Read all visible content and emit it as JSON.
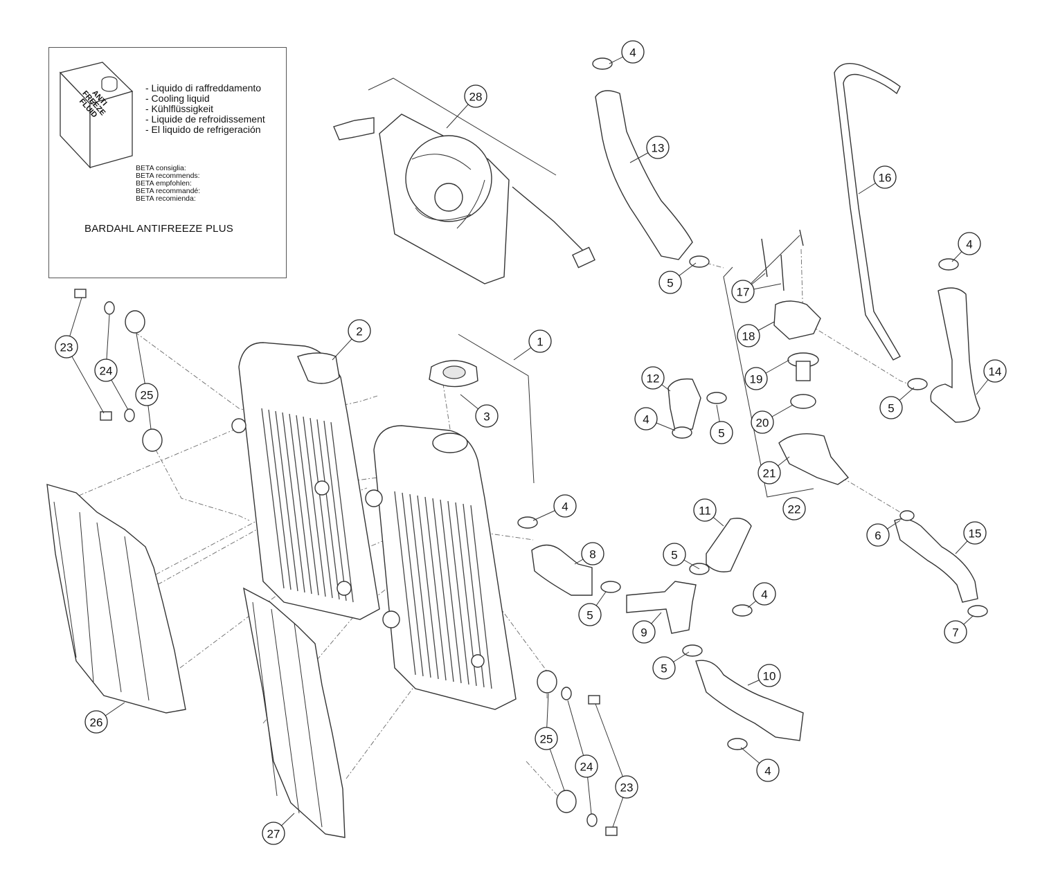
{
  "info_box": {
    "can_label": [
      "ANTI",
      "FREEZE",
      "FLUID"
    ],
    "lines": [
      "- Liquido di raffreddamento",
      "- Cooling liquid",
      "- Kühlflüssigkeit",
      "- Liquide de refroidissement",
      "- El liquido de refrigeración"
    ],
    "recommend": [
      "BETA consiglia:",
      "BETA recommends:",
      "BETA empfohlen:",
      "BETA recommandé:",
      "BETA recomienda:"
    ],
    "brand": "BARDAHL ANTIFREEZE PLUS"
  },
  "callouts": [
    {
      "id": "c1",
      "label": "1"
    },
    {
      "id": "c2",
      "label": "2"
    },
    {
      "id": "c3",
      "label": "3"
    },
    {
      "id": "c4a",
      "label": "4"
    },
    {
      "id": "c4b",
      "label": "4"
    },
    {
      "id": "c4c",
      "label": "4"
    },
    {
      "id": "c4d",
      "label": "4"
    },
    {
      "id": "c4e",
      "label": "4"
    },
    {
      "id": "c4f",
      "label": "4"
    },
    {
      "id": "c5a",
      "label": "5"
    },
    {
      "id": "c5b",
      "label": "5"
    },
    {
      "id": "c5c",
      "label": "5"
    },
    {
      "id": "c5d",
      "label": "5"
    },
    {
      "id": "c5e",
      "label": "5"
    },
    {
      "id": "c5f",
      "label": "5"
    },
    {
      "id": "c6",
      "label": "6"
    },
    {
      "id": "c7",
      "label": "7"
    },
    {
      "id": "c8",
      "label": "8"
    },
    {
      "id": "c9",
      "label": "9"
    },
    {
      "id": "c10",
      "label": "10"
    },
    {
      "id": "c11",
      "label": "11"
    },
    {
      "id": "c12",
      "label": "12"
    },
    {
      "id": "c13",
      "label": "13"
    },
    {
      "id": "c14",
      "label": "14"
    },
    {
      "id": "c15",
      "label": "15"
    },
    {
      "id": "c16",
      "label": "16"
    },
    {
      "id": "c17",
      "label": "17"
    },
    {
      "id": "c18",
      "label": "18"
    },
    {
      "id": "c19",
      "label": "19"
    },
    {
      "id": "c20",
      "label": "20"
    },
    {
      "id": "c21",
      "label": "21"
    },
    {
      "id": "c22",
      "label": "22"
    },
    {
      "id": "c23a",
      "label": "23"
    },
    {
      "id": "c23b",
      "label": "23"
    },
    {
      "id": "c24a",
      "label": "24"
    },
    {
      "id": "c24b",
      "label": "24"
    },
    {
      "id": "c25a",
      "label": "25"
    },
    {
      "id": "c25b",
      "label": "25"
    },
    {
      "id": "c26",
      "label": "26"
    },
    {
      "id": "c27",
      "label": "27"
    },
    {
      "id": "c28",
      "label": "28"
    }
  ]
}
